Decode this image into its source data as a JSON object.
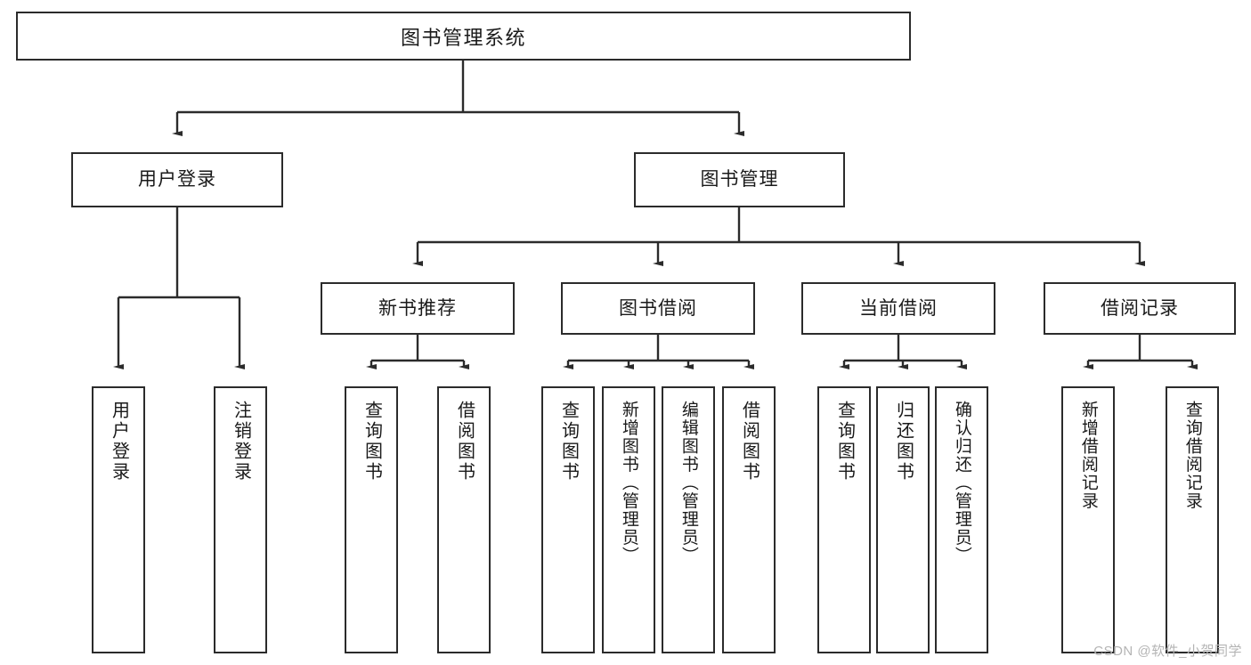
{
  "diagram": {
    "title": "图书管理系统",
    "watermark": "CSDN @软件_小贺同学",
    "colors": {
      "stroke": "#2b2b2b",
      "background": "#ffffff",
      "text": "#1a1a1a",
      "watermark": "#b4b4b4"
    },
    "root": {
      "label": "图书管理系统"
    },
    "level2": [
      {
        "label": "用户登录"
      },
      {
        "label": "图书管理"
      }
    ],
    "level3": [
      {
        "label": "新书推荐"
      },
      {
        "label": "图书借阅"
      },
      {
        "label": "当前借阅"
      },
      {
        "label": "借阅记录"
      }
    ],
    "leaves": {
      "user_login": [
        {
          "label": "用户登录"
        },
        {
          "label": "注销登录"
        }
      ],
      "new_book": [
        {
          "label": "查询图书"
        },
        {
          "label": "借阅图书"
        }
      ],
      "book_borrow": [
        {
          "label": "查询图书"
        },
        {
          "label": "新增图书（管理员）"
        },
        {
          "label": "编辑图书（管理员）"
        },
        {
          "label": "借阅图书"
        }
      ],
      "current_borrow": [
        {
          "label": "查询图书"
        },
        {
          "label": "归还图书"
        },
        {
          "label": "确认归还（管理员）"
        }
      ],
      "borrow_record": [
        {
          "label": "新增借阅记录"
        },
        {
          "label": "查询借阅记录"
        }
      ]
    }
  }
}
